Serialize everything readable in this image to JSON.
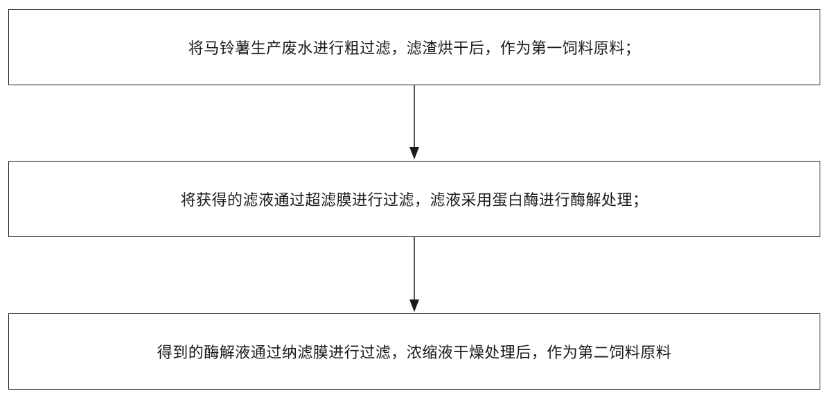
{
  "steps": [
    {
      "text": "将马铃薯生产废水进行粗过滤，滤渣烘干后，作为第一饲料原料；"
    },
    {
      "text": "将获得的滤液通过超滤膜进行过滤，滤液采用蛋白酶进行酶解处理；"
    },
    {
      "text": "得到的酶解液通过纳滤膜进行过滤，浓缩液干燥处理后，作为第二饲料原料"
    }
  ],
  "colors": {
    "stroke": "#1a1a1a",
    "background": "#ffffff"
  }
}
